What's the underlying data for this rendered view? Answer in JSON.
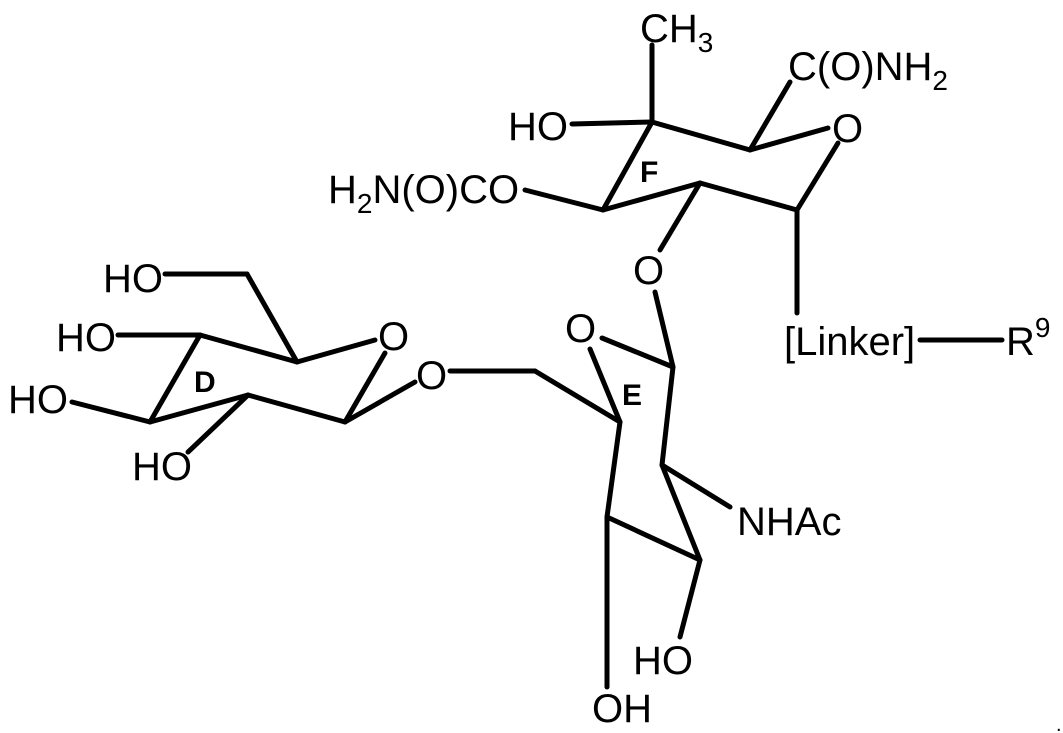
{
  "diagram": {
    "type": "chemical-structure",
    "rings": {
      "D": "D",
      "E": "E",
      "F": "F"
    },
    "ring_F_substituents": {
      "methyl": {
        "main": "CH",
        "sub": "3"
      },
      "hydroxyl": "HO",
      "carbamate": {
        "pre": "H",
        "sub": "2",
        "post": "N(O)CO"
      },
      "amide": {
        "main": "C(O)NH",
        "sub": "2"
      },
      "ring_oxygen": "O",
      "glycosidic_oxygen": "O"
    },
    "linker": {
      "label": "[Linker]",
      "r_group": "R",
      "r_superscript": "9"
    },
    "ring_E_substituents": {
      "ring_oxygen": "O",
      "acetamido": "NHAc",
      "hydroxyl_1": "HO",
      "hydroxyl_2": "OH"
    },
    "ring_D_substituents": {
      "ring_oxygen": "O",
      "glycosidic_oxygen": "O",
      "hydroxyl_6": "HO",
      "hydroxyl_4": "HO",
      "hydroxyl_3": "HO",
      "hydroxyl_2": "HO"
    },
    "trailing_mark": "."
  }
}
